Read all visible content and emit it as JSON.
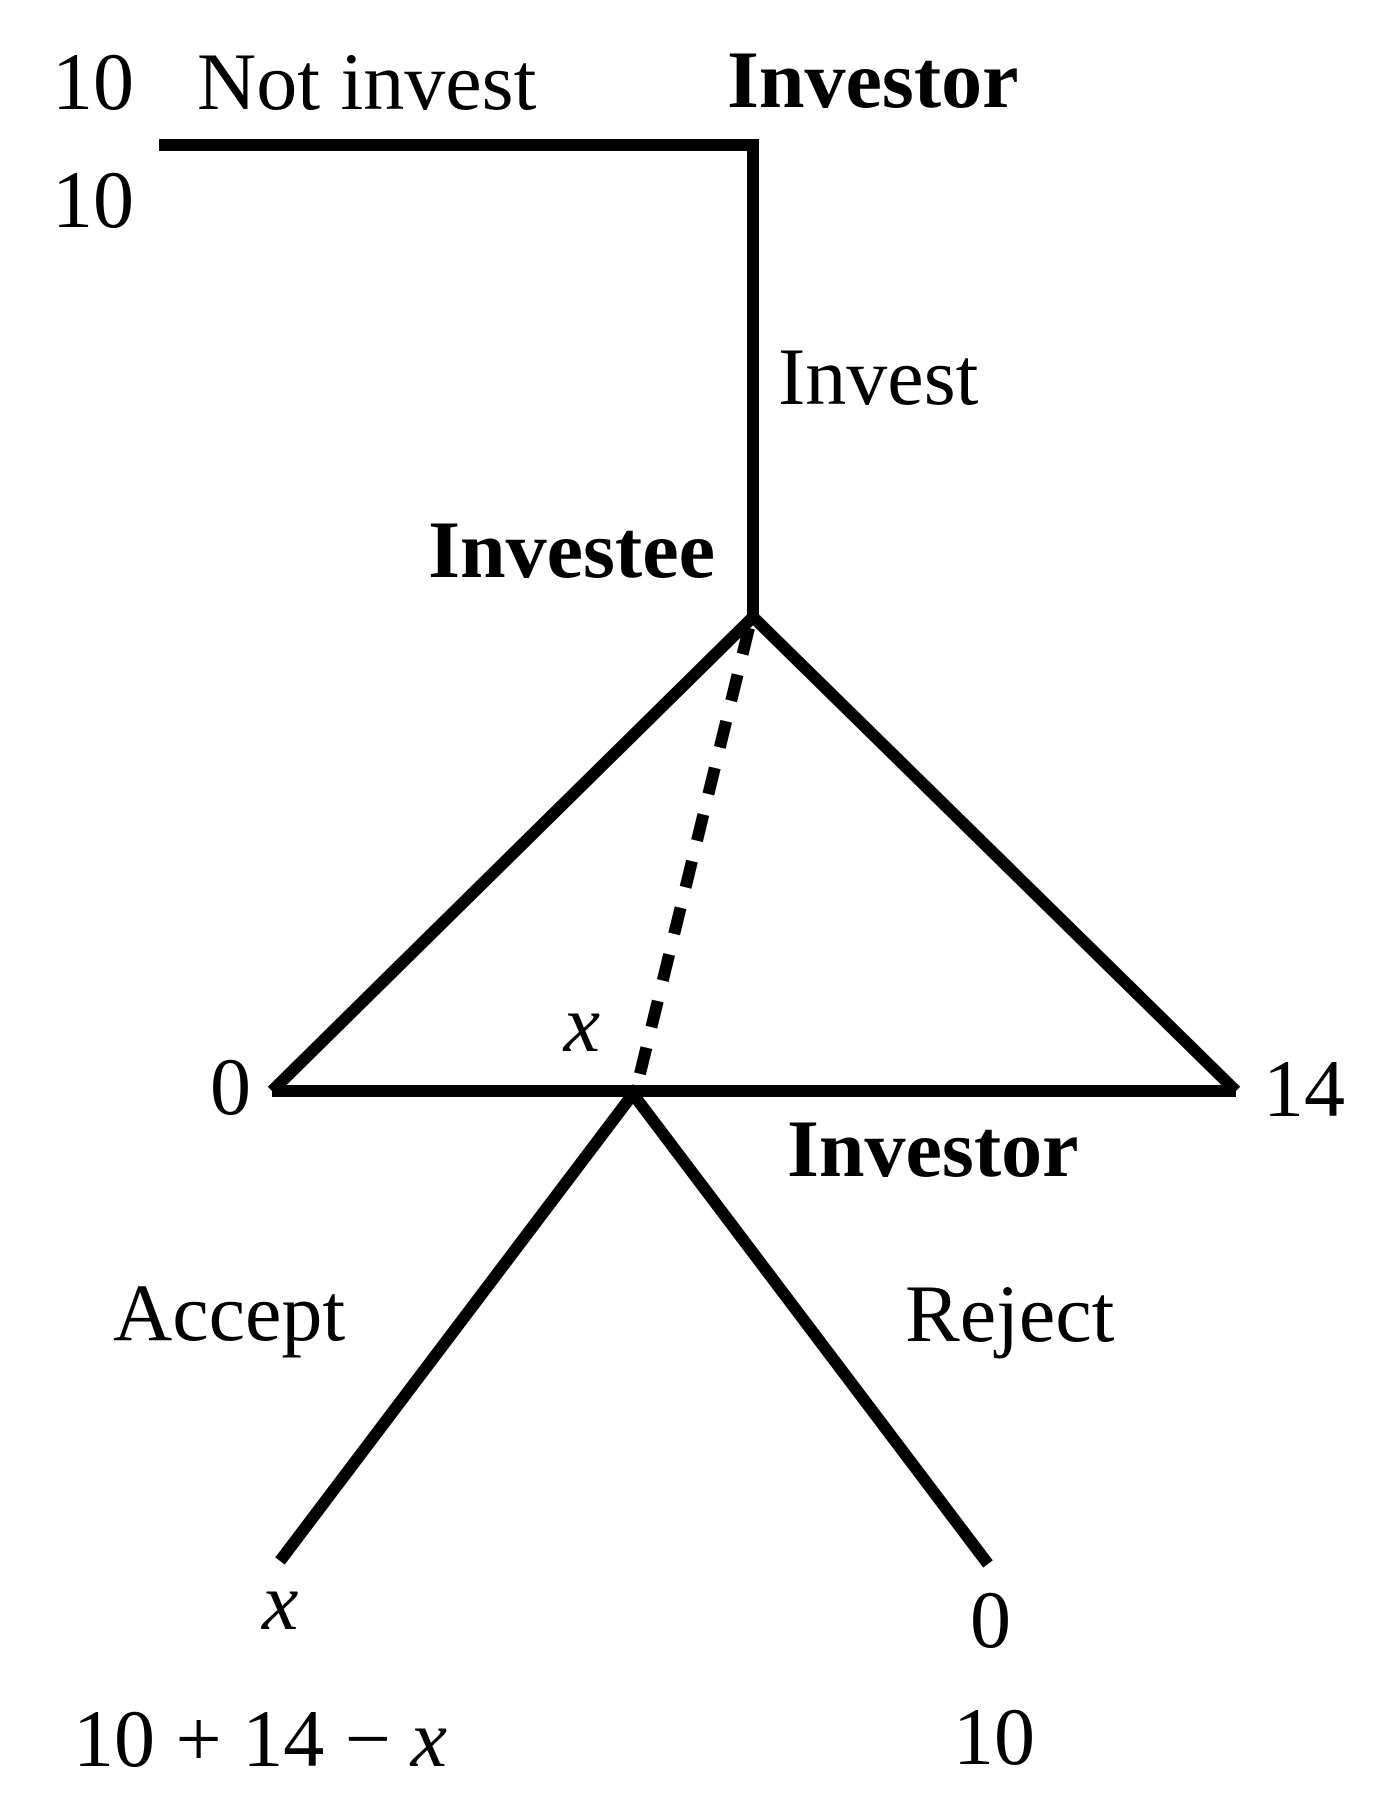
{
  "colors": {
    "background": "#ffffff",
    "line": "#000000",
    "text": "#000000"
  },
  "players": {
    "investor_top": "Investor",
    "investee": "Investee",
    "investor_bottom": "Investor"
  },
  "actions": {
    "not_invest": "Not invest",
    "invest": "Invest",
    "accept": "Accept",
    "reject": "Reject"
  },
  "continuum": {
    "min": "0",
    "chosen": "x",
    "max": "14"
  },
  "payoffs": {
    "not_invest": {
      "row1": "10",
      "row2": "10"
    },
    "accept": {
      "row1": "x",
      "row2_prefix": "10 + 14 −",
      "row2_var": "x"
    },
    "reject": {
      "row1": "0",
      "row2": "10"
    }
  }
}
